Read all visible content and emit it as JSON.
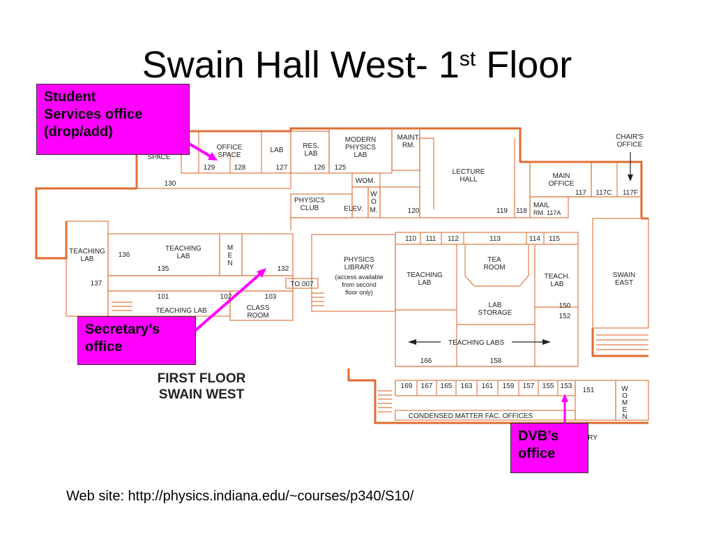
{
  "slide": {
    "title_main": "Swain Hall West- 1",
    "title_sup": "st",
    "title_end": " Floor",
    "footer": "Web site: http://physics.indiana.edu/~courses/p340/S10/"
  },
  "callouts": {
    "student_services": [
      "Student",
      "Services office",
      "(drop/add)"
    ],
    "secretary": [
      "Secretary’s",
      "office"
    ],
    "dvb": [
      "DVB’s",
      "office"
    ]
  },
  "colors": {
    "callout": "#ff00ff",
    "wall": "#e06a2c",
    "arrow": "#ff00ff"
  },
  "floor_plan": {
    "label_line1": "FIRST FLOOR",
    "label_line2": "SWAIN WEST",
    "rooms": {
      "space": "SPACE",
      "office_space_1": "OFFICE",
      "office_space_2": "SPACE",
      "n129": "129",
      "n128": "128",
      "lab": "LAB",
      "n127": "127",
      "res_lab_1": "RES.",
      "res_lab_2": "LAB",
      "n126": "126",
      "modern_1": "MODERN",
      "modern_2": "PHYSICS",
      "modern_3": "LAB",
      "n125": "125",
      "maint_1": "MAINT.",
      "maint_2": "RM.",
      "lecture_1": "LECTURE",
      "lecture_2": "HALL",
      "chairs_1": "CHAIR'S",
      "chairs_2": "OFFICE",
      "n130": "130",
      "wom": "WOM.",
      "wom_v1": "W",
      "wom_v2": "O",
      "wom_v3": "M.",
      "physics_club_1": "PHYSICS",
      "physics_club_2": "CLUB",
      "elev": "ELEV.",
      "n120": "120",
      "n119": "119",
      "n118": "118",
      "main_office_1": "MAIN",
      "main_office_2": "OFFICE",
      "n117": "117",
      "n117c": "117C",
      "n117f": "117F",
      "mail_1": "MAIL",
      "mail_2": "RM. 117A",
      "teaching_lab_1": "TEACHING",
      "teaching_lab_2": "LAB",
      "n136": "136",
      "n137": "137",
      "n135": "135",
      "men_1": "M",
      "men_2": "E",
      "men_3": "N",
      "n132": "132",
      "to007": "TO 007",
      "n101": "101",
      "n102": "102",
      "n103": "103",
      "teaching_lab_bottom": "TEACHING LAB",
      "class_room_1": "CLASS",
      "class_room_2": "ROOM",
      "phys_lib_1": "PHYSICS",
      "phys_lib_2": "LIBRARY",
      "phys_lib_3": "(access available",
      "phys_lib_4": "from second",
      "phys_lib_5": "floor only)",
      "n110": "110",
      "n111": "111",
      "n112": "112",
      "n113": "113",
      "n114": "114",
      "n115": "115",
      "tea_1": "TEA",
      "tea_2": "ROOM",
      "lab_storage_1": "LAB",
      "lab_storage_2": "STORAGE",
      "teach_lab_mid_1": "TEACHING",
      "teach_lab_mid_2": "LAB",
      "teach_lab_r_1": "TEACH.",
      "teach_lab_r_2": "LAB",
      "n150": "150",
      "n152": "152",
      "swain_east_1": "SWAIN",
      "swain_east_2": "EAST",
      "teaching_labs": "TEACHING LABS",
      "n166": "166",
      "n158": "158",
      "n169": "169",
      "n167": "167",
      "n165": "165",
      "n163": "163",
      "n161": "161",
      "n159": "159",
      "n157": "157",
      "n155": "155",
      "n153": "153",
      "n151": "151",
      "women_1": "W",
      "women_2": "O",
      "women_3": "M",
      "women_4": "E",
      "women_5": "N",
      "condensed": "CONDENSED MATTER FAC. OFFICES",
      "ry": "RY"
    }
  }
}
